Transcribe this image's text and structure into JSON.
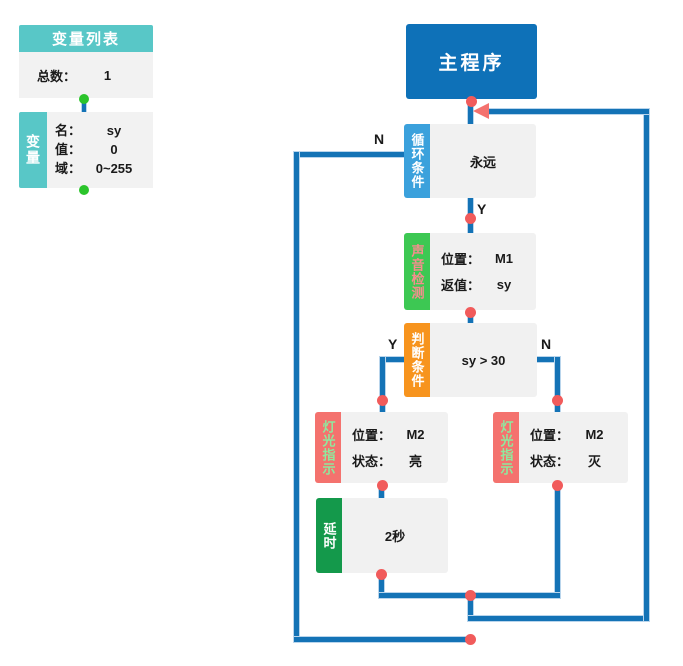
{
  "colors": {
    "teal": "#58C7C7",
    "blue_box": "#0E71B8",
    "line_blue": "#1473B6",
    "light_blue": "#3BA1DC",
    "green": "#3DC853",
    "orange": "#F7941E",
    "salmon": "#F4726E",
    "dark_green": "#14994B",
    "dot_red": "#F15B5B",
    "dot_green": "#2BC42B",
    "text_pink": "#F58E8E",
    "text_light_green": "#90E89E",
    "body_gray": "#F1F1F1"
  },
  "variable_panel": {
    "title": "变量列表",
    "total_label": "总数：",
    "total_value": "1",
    "tag": "变量",
    "fields": [
      {
        "label": "名：",
        "value": "sy"
      },
      {
        "label": "值：",
        "value": "0"
      },
      {
        "label": "域：",
        "value": "0~255"
      }
    ]
  },
  "flow": {
    "main": {
      "label": "主程序"
    },
    "loop": {
      "tag": "循环条件",
      "body": "永远",
      "n": "N",
      "y": "Y"
    },
    "sound": {
      "tag": "声音检测",
      "rows": [
        {
          "label": "位置：",
          "value": "M1"
        },
        {
          "label": "返值：",
          "value": "sy"
        }
      ]
    },
    "judge": {
      "tag": "判断条件",
      "body": "sy > 30",
      "y": "Y",
      "n": "N"
    },
    "light_on": {
      "tag": "灯光指示",
      "rows": [
        {
          "label": "位置：",
          "value": "M2"
        },
        {
          "label": "状态：",
          "value": "亮"
        }
      ]
    },
    "light_off": {
      "tag": "灯光指示",
      "rows": [
        {
          "label": "位置：",
          "value": "M2"
        },
        {
          "label": "状态：",
          "value": "灭"
        }
      ]
    },
    "delay": {
      "tag": "延时",
      "body": "2秒"
    }
  }
}
